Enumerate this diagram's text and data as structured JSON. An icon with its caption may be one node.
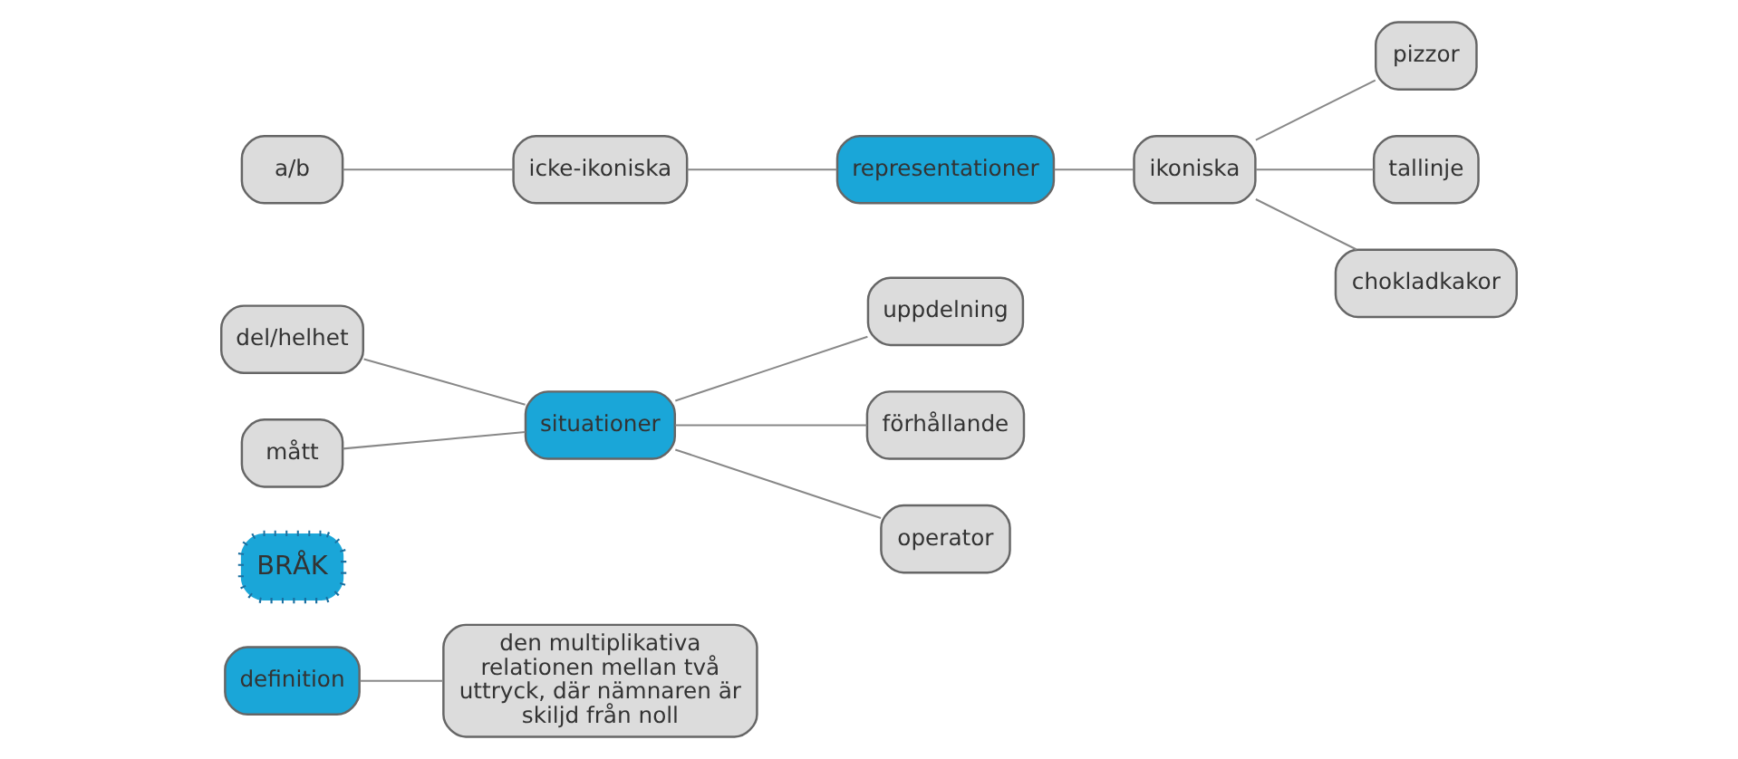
{
  "diagram": {
    "nodes": [
      {
        "text": [
          "definition"
        ]
      },
      {
        "text": [
          "den multiplikativa relationen mellan två uttryck, där nämnaren är skiljd från noll"
        ]
      },
      {
        "text": [
          "BRÅK"
        ]
      },
      {
        "text": [
          "situationer"
        ]
      },
      {
        "text": [
          "del/helhet"
        ]
      },
      {
        "text": [
          "mått"
        ]
      },
      {
        "text": [
          "uppdelning"
        ]
      },
      {
        "text": [
          "förhållande"
        ]
      },
      {
        "text": [
          "operator"
        ]
      },
      {
        "text": [
          "representationer"
        ]
      },
      {
        "text": [
          "a/b"
        ]
      },
      {
        "text": [
          "icke-ikoniska"
        ]
      },
      {
        "text": [
          "ikoniska"
        ]
      },
      {
        "text": [
          "pizzor"
        ]
      },
      {
        "text": [
          "tallinje"
        ]
      },
      {
        "text": [
          "chokladkakor"
        ]
      }
    ],
    "edges": [
      {
        "from": 0,
        "to": 1,
        "arrow": "none"
      },
      {
        "from": 4,
        "to": 3,
        "arrow": "none"
      },
      {
        "from": 5,
        "to": 3,
        "arrow": "none"
      },
      {
        "from": 3,
        "to": 6,
        "arrow": "none"
      },
      {
        "from": 3,
        "to": 7,
        "arrow": "none"
      },
      {
        "from": 3,
        "to": 8,
        "arrow": "none"
      },
      {
        "from": 10,
        "to": 11,
        "arrow": "none"
      },
      {
        "from": 11,
        "to": 9,
        "arrow": "none"
      },
      {
        "from": 9,
        "to": 12,
        "arrow": "none"
      },
      {
        "from": 12,
        "to": 13,
        "arrow": "none"
      },
      {
        "from": 12,
        "to": 14,
        "arrow": "none"
      },
      {
        "from": 12,
        "to": 15,
        "arrow": "none"
      }
    ]
  }
}
